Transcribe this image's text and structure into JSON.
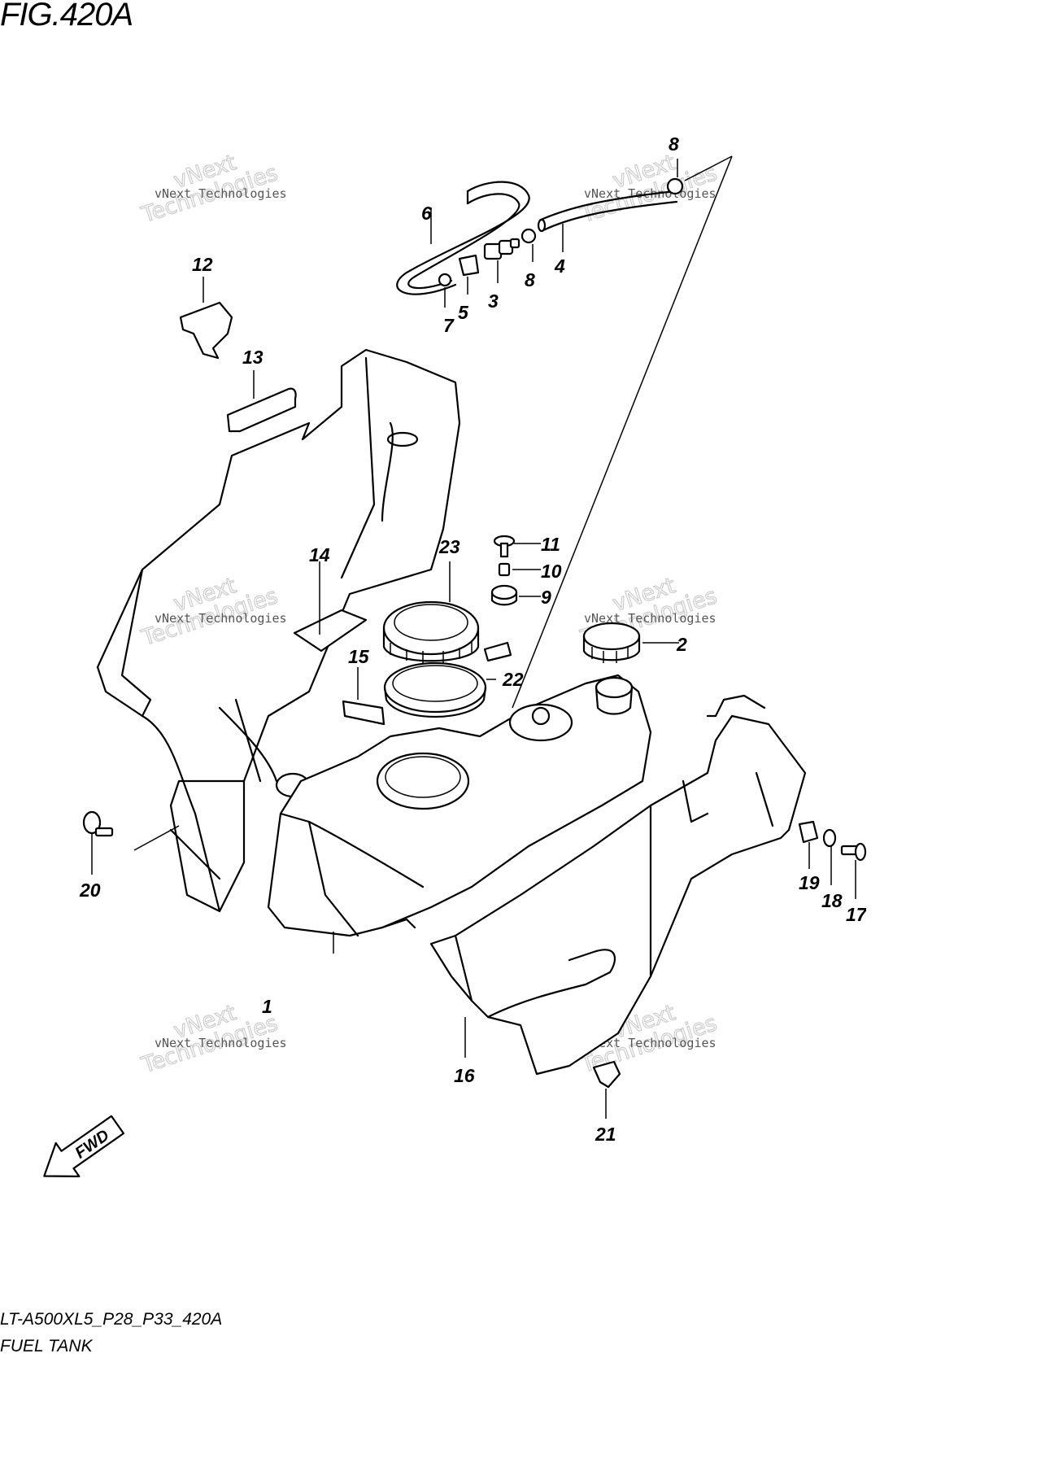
{
  "figure": {
    "title": "FIG.420A"
  },
  "footer": {
    "code": "LT-A500XL5_P28_P33_420A",
    "name": "FUEL TANK"
  },
  "fwd_label": "FWD",
  "watermark": {
    "line1": "vNext Technologies",
    "big1": "vNext",
    "big2": "Technologies"
  },
  "parts": [
    {
      "id": "1",
      "label": "1"
    },
    {
      "id": "2",
      "label": "2"
    },
    {
      "id": "3",
      "label": "3"
    },
    {
      "id": "4",
      "label": "4"
    },
    {
      "id": "5",
      "label": "5"
    },
    {
      "id": "6",
      "label": "6"
    },
    {
      "id": "7",
      "label": "7"
    },
    {
      "id": "8a",
      "label": "8"
    },
    {
      "id": "8b",
      "label": "8"
    },
    {
      "id": "9",
      "label": "9"
    },
    {
      "id": "10",
      "label": "10"
    },
    {
      "id": "11",
      "label": "11"
    },
    {
      "id": "12",
      "label": "12"
    },
    {
      "id": "13",
      "label": "13"
    },
    {
      "id": "14",
      "label": "14"
    },
    {
      "id": "15",
      "label": "15"
    },
    {
      "id": "16",
      "label": "16"
    },
    {
      "id": "17",
      "label": "17"
    },
    {
      "id": "18",
      "label": "18"
    },
    {
      "id": "19",
      "label": "19"
    },
    {
      "id": "20",
      "label": "20"
    },
    {
      "id": "21",
      "label": "21"
    },
    {
      "id": "22",
      "label": "22"
    },
    {
      "id": "23",
      "label": "23"
    }
  ]
}
